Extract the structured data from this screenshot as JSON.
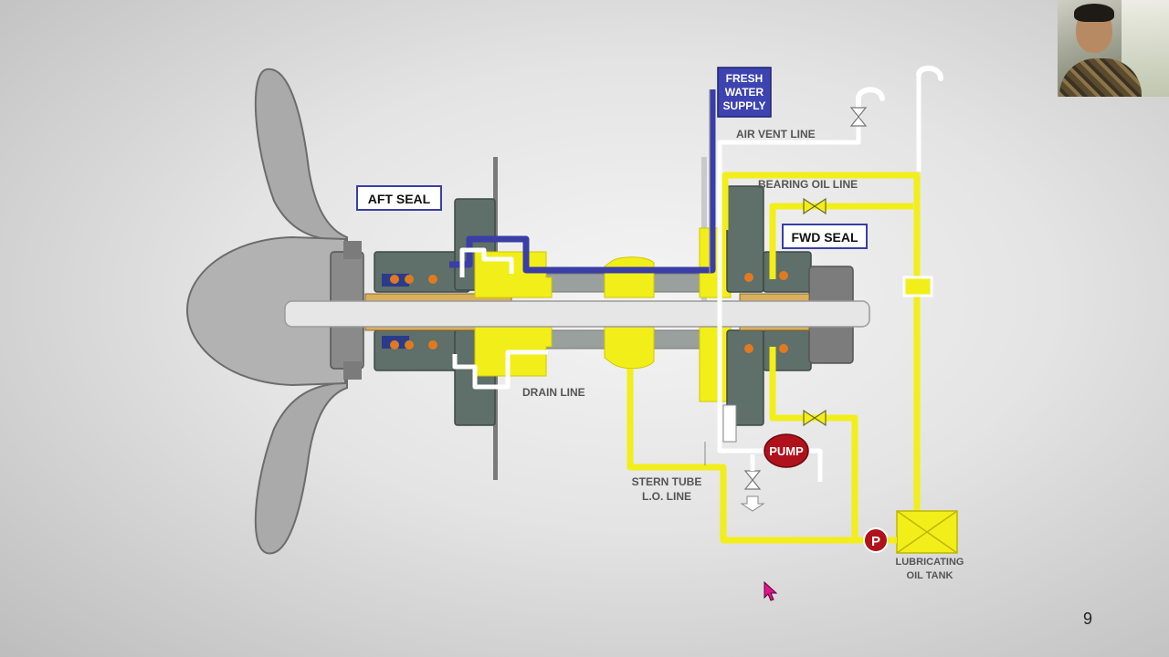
{
  "labels": {
    "fresh_water_line1": "FRESH",
    "fresh_water_line2": "WATER",
    "fresh_water_line3": "SUPPLY",
    "air_vent_line": "AIR VENT LINE",
    "bearing_oil_line": "BEARING OIL LINE",
    "aft_seal": "AFT SEAL",
    "fwd_seal": "FWD SEAL",
    "drain_line": "DRAIN LINE",
    "stern_tube_line1": "STERN TUBE",
    "stern_tube_line2": "L.O. LINE",
    "pump": "PUMP",
    "pressure_gauge": "P",
    "lube_tank_line1": "LUBRICATING",
    "lube_tank_line2": "OIL TANK"
  },
  "page_number": "9",
  "colors": {
    "oil_line": "#f2ee1a",
    "fresh_water": "#3a3ea6",
    "vent_drain": "#ffffff",
    "seal_housing": "#5f6f6a",
    "propeller": "#a9a9a9",
    "pump": "#b0121c",
    "label_border": "#3a3ea6",
    "fresh_water_box": "#3d43b0"
  },
  "icons": [
    "valve-icon",
    "gooseneck-vent-icon",
    "cursor-arrow-icon"
  ]
}
